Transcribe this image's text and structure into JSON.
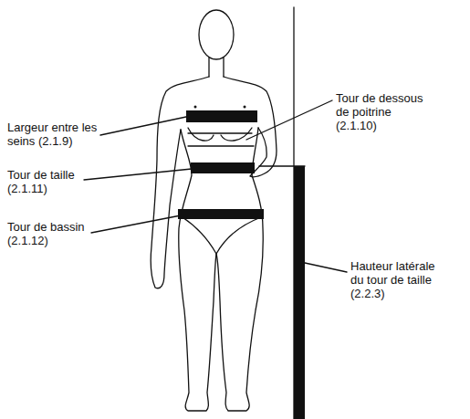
{
  "diagram": {
    "labels": [
      "Largeur entre les seins (2.1.9)",
      "Tour de dessous de poitrine (2.1.10)",
      "Tour de taille (2.1.11)",
      "Tour de bassin (2.1.12)",
      "Hauteur latérale du tour de taille (2.2.3)"
    ]
  }
}
